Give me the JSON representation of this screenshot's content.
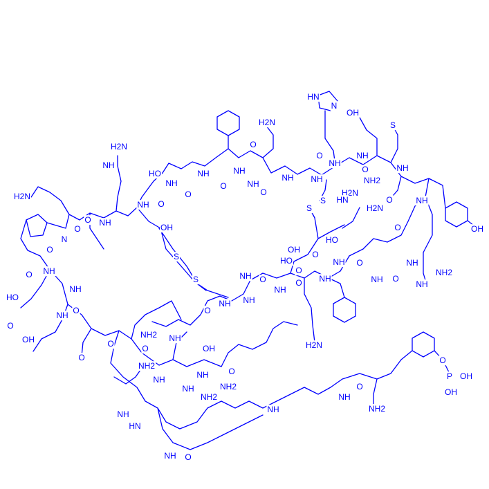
{
  "structure": {
    "color": "#0000ff",
    "atom_labels": [
      "HN",
      "N",
      "OH",
      "S",
      "H2N",
      "O",
      "NH",
      "NH",
      "O",
      "O",
      "NH",
      "O",
      "NH",
      "NH2",
      "H2N",
      "NH",
      "OH",
      "HO",
      "H2N",
      "NH",
      "NH",
      "NH",
      "NH",
      "O",
      "O",
      "NH",
      "NH",
      "O",
      "S",
      "S",
      "H2N",
      "NH",
      "O",
      "OH",
      "O",
      "NH",
      "O",
      "HO",
      "NH",
      "O",
      "OH",
      "O",
      "NH",
      "O",
      "NH",
      "S",
      "S",
      "NH2",
      "O",
      "NH",
      "OH",
      "NH",
      "O",
      "NH",
      "HO",
      "OH",
      "NH",
      "O",
      "NH",
      "O",
      "O",
      "NH",
      "O",
      "NH",
      "NH",
      "O",
      "HO",
      "O",
      "NH",
      "H2N",
      "NH2",
      "NH",
      "O",
      "O",
      "O",
      "NH",
      "NH2",
      "NH",
      "O",
      "P",
      "OH",
      "OH",
      "O",
      "NH2",
      "N",
      "O",
      "NH",
      "HN",
      "NH",
      "O",
      "NH",
      "NH",
      "NH2",
      "HN",
      "NH2",
      "NH",
      "O",
      "H2N"
    ]
  }
}
